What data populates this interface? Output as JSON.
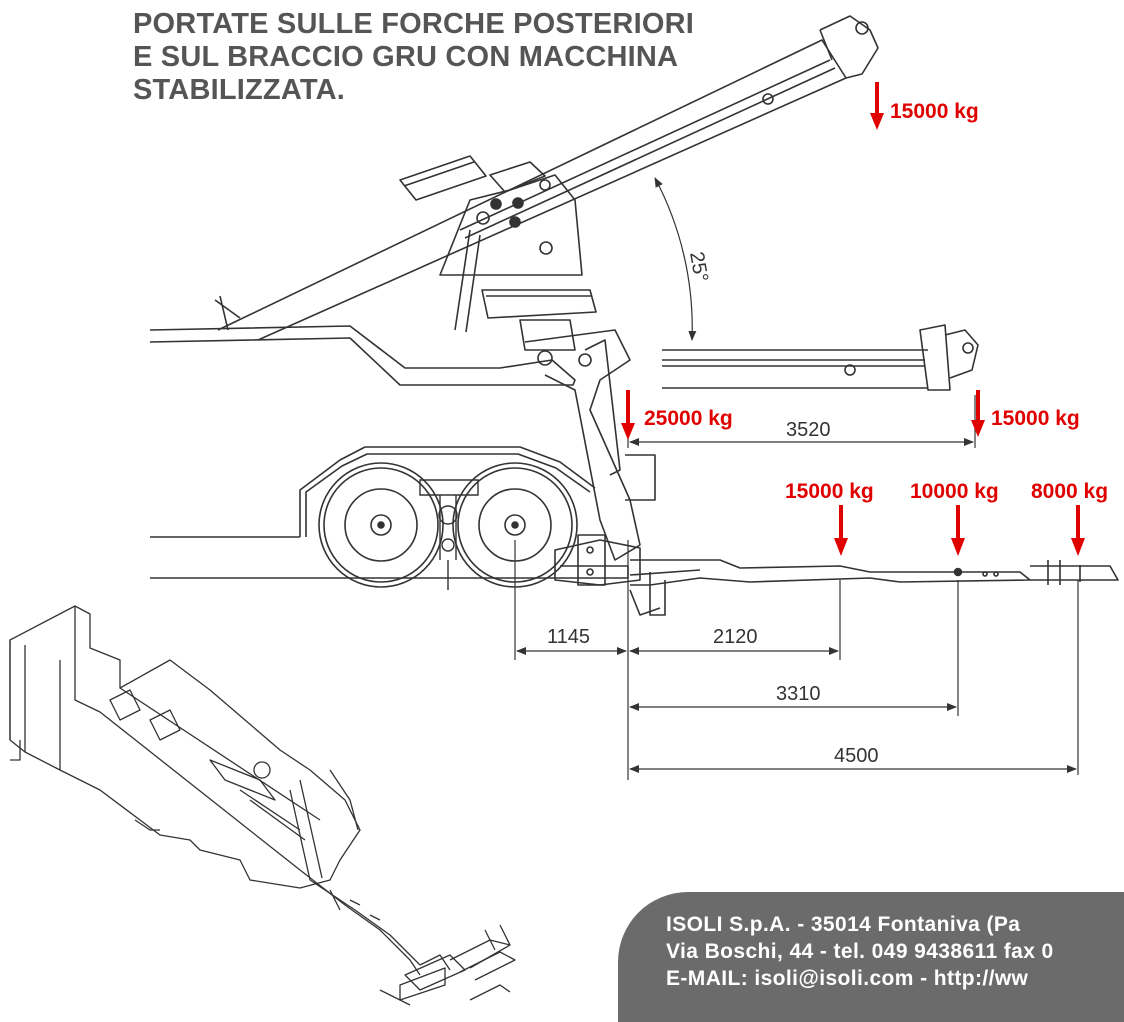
{
  "title": {
    "line1": "PORTATE SULLE FORCHE POSTERIORI",
    "line2": "E SUL BRACCIO GRU CON MACCHINA",
    "line3": "STABILIZZATA."
  },
  "angle_label": "25°",
  "loads": {
    "boom_raised": "15000 kg",
    "boom_retracted": "25000 kg",
    "boom_extended": "15000 kg",
    "fork_1": "15000 kg",
    "fork_2": "10000 kg",
    "fork_3": "8000 kg"
  },
  "dimensions": {
    "boom_reach": "3520",
    "axle_to_pivot": "1145",
    "fork_1": "2120",
    "fork_2": "3310",
    "fork_3": "4500"
  },
  "footer": {
    "line1": "ISOLI S.p.A. - 35014 Fontaniva (Pa",
    "line2": "Via Boschi, 44 - tel. 049 9438611 fax 0",
    "line3": "E-MAIL: isoli@isoli.com - http://ww"
  },
  "colors": {
    "load_arrow": "#e00000",
    "line_art": "#333333",
    "footer_bg": "#6b6b6b"
  }
}
